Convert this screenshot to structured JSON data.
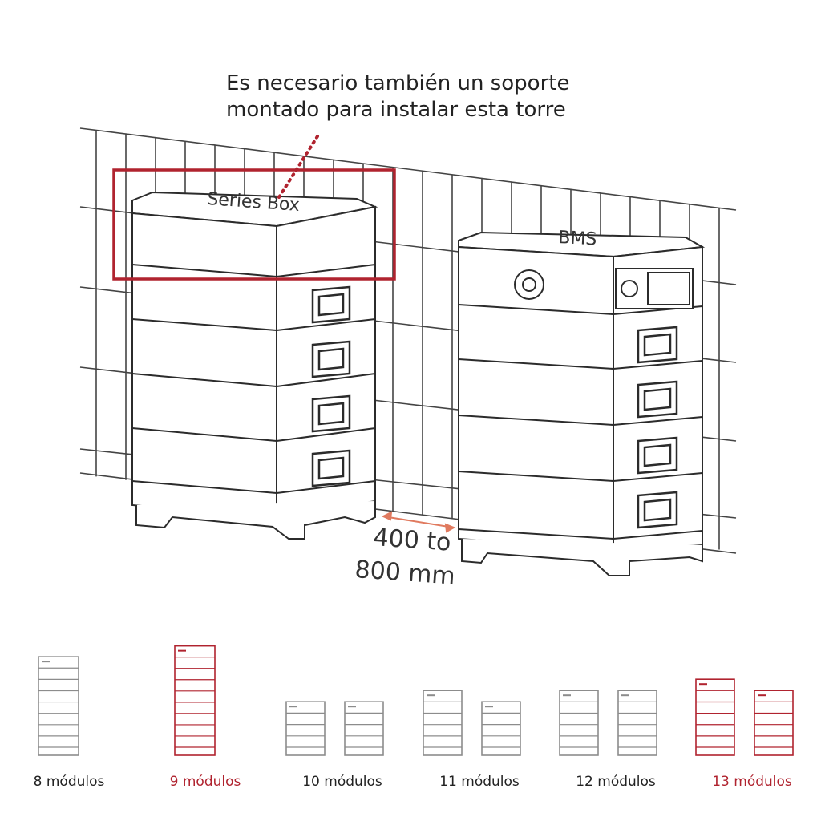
{
  "caption": {
    "line1": "Es necesario también un soporte",
    "line2": "montado para instalar esta torre"
  },
  "labels": {
    "series_box": "Series Box",
    "bms": "BMS",
    "distance_line1": "400 to",
    "distance_line2": "800 mm"
  },
  "colors": {
    "highlight": "#b0232f",
    "line": "#2b2b2b",
    "wall": "#444444",
    "module_gray": "#8c8c8c"
  },
  "options": [
    {
      "label": "8 módulos",
      "highlighted": false,
      "modules": 8
    },
    {
      "label": "9 módulos",
      "highlighted": true,
      "modules": 9
    },
    {
      "label": "10 módulos",
      "highlighted": false,
      "modules": 10
    },
    {
      "label": "11 módulos",
      "highlighted": false,
      "modules": 11
    },
    {
      "label": "12 módulos",
      "highlighted": false,
      "modules": 12
    },
    {
      "label": "13 módulos",
      "highlighted": true,
      "modules": 13
    }
  ]
}
